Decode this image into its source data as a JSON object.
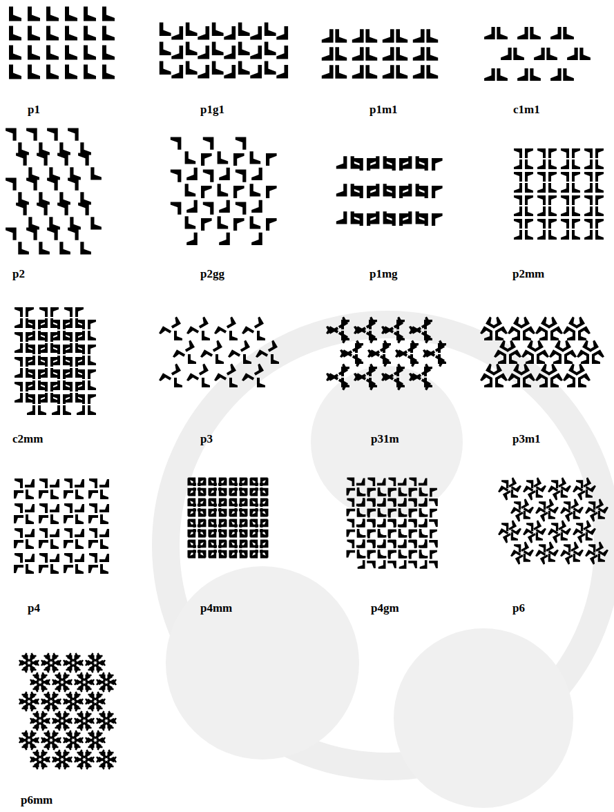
{
  "diagram": {
    "labels": [
      "p1",
      "p1g1",
      "p1m1",
      "c1m1",
      "p2",
      "p2gg",
      "p1mg",
      "p2mm",
      "c2mm",
      "p3",
      "p31m",
      "p3m1",
      "p4",
      "p4mm",
      "p4gm",
      "p6",
      "p6mm"
    ]
  }
}
